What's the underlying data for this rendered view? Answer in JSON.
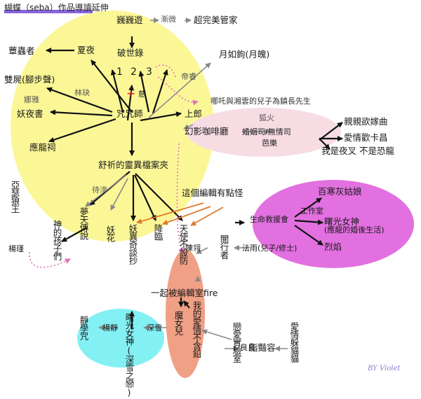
{
  "title": "蝴蝶（seba）作品導讀延伸",
  "signature": "BY Violet",
  "numbers": [
    "1",
    "2",
    "3"
  ],
  "plus": "+",
  "nodes": {
    "weijiyou": "巍巍遊",
    "jianwei": "漸微",
    "chaowanmei": "超完美管家",
    "xiaye": "夏夜",
    "pojielu": "破世錄",
    "huangchongzhe": "蕈蟲者",
    "yuerugou": "月如鉤(月魄)",
    "shuangzhi": "雙屍(腳步聲)",
    "linyu": "林玦",
    "nuoya": "娜雅",
    "ci": "慈",
    "dishi": "帝睿",
    "zhuozhou": "咒咒師",
    "jiaoyeshu": "妖夜書",
    "nazha": "哪吒與湘雲的兒子為鎮長先生",
    "shanglang": "上郎",
    "langhuo": "狐火",
    "qinqin": "親親欲嫁曲",
    "huanying": "幻影咖啡廳",
    "yinyuansi": "婚姻司/無情司",
    "aiqing_kazhi": "愛情歡卡昌",
    "baiyue": "芭樂",
    "woshiyecha": "我是夜叉 不是恐龍",
    "jiulongci": "應龍祠",
    "shuxi": "舒祈的靈異檔案夾",
    "daixiang": "待滲",
    "zheige": "這個編輯有點怪",
    "baihe": "百寒灰姑娘",
    "gongzuoshi": "工作室",
    "shengming": "生命救援會",
    "xuguang": "曙光女神",
    "xuguang_sub": "(應龍的婚後生活)",
    "liezhe": "烈焰",
    "yaoxi": "亞瑟狼王",
    "yangji": "楊瑾",
    "shen_zi": "神的孩子們",
    "mengtian": "夢天傳說",
    "yaohua": "妖花",
    "yaoyi": "妖異奇談抄",
    "jianggu": "降臨",
    "tianshi": "天使不設防",
    "chenyi": "陳翎",
    "xingzhe": "闇行者",
    "fayu": "法雨(兒子/修士)",
    "bianjishi": "一起被編輯室fire",
    "jingxue": "靜學咒",
    "yangjing": "楊靜",
    "shenxue": "深雪",
    "xuguang2": "曙光女神(深雪之戀)",
    "molv": "魔女兒",
    "wode": "我的愛情不含鉛",
    "liangliang": "良良",
    "lianai": "戀愛實驗室",
    "zhixiang": "脂豔容",
    "aiqingqian": "愛情躲貓貓"
  }
}
